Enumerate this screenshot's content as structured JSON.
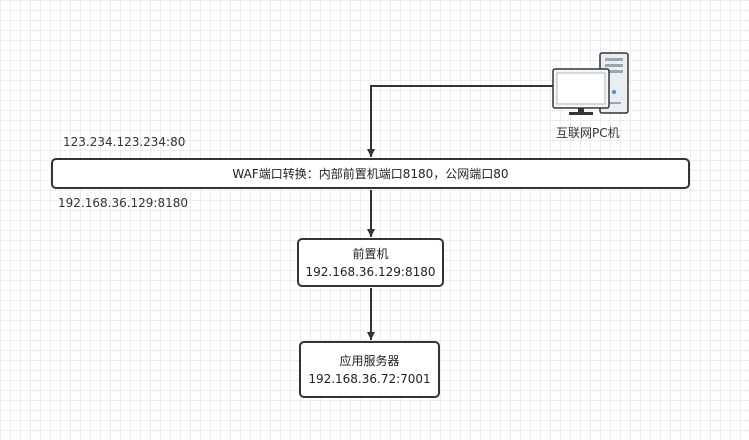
{
  "diagram": {
    "nodes": {
      "internet_pc": {
        "label": "互联网PC机",
        "icon": "desktop-computer-icon"
      },
      "waf": {
        "label": "WAF端口转换：内部前置机端口8180，公网端口80"
      },
      "front_server": {
        "name": "前置机",
        "address": "192.168.36.129:8180"
      },
      "app_server": {
        "name": "应用服务器",
        "address": "192.168.36.72:7001"
      }
    },
    "labels": {
      "public_address": "123.234.123.234:80",
      "internal_address": "192.168.36.129:8180"
    },
    "edges": [
      {
        "from": "internet_pc",
        "to": "waf"
      },
      {
        "from": "waf",
        "to": "front_server"
      },
      {
        "from": "front_server",
        "to": "app_server"
      }
    ],
    "colors": {
      "line": "#333333",
      "grid": "#ececec",
      "monitor_screen": "#ffffff",
      "tower": "#e8eef3"
    }
  }
}
